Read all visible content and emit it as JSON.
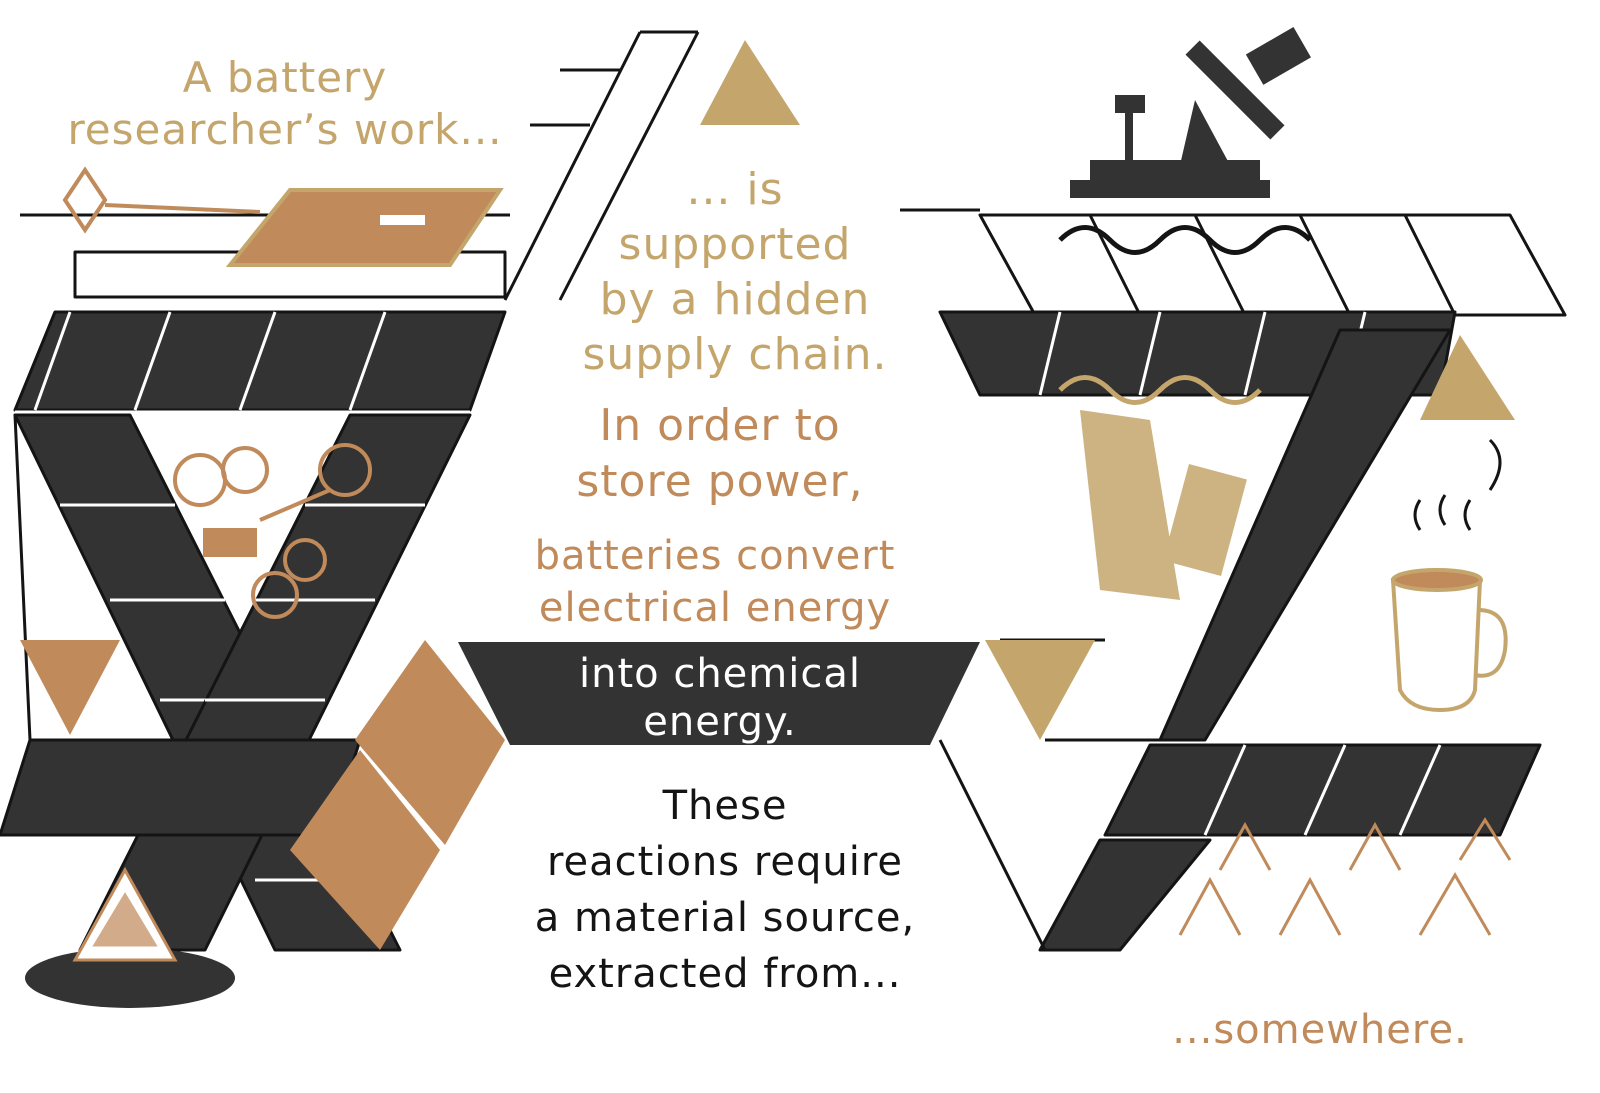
{
  "captions": {
    "intro": [
      "A battery",
      "researcher’s work..."
    ],
    "supply": [
      "... is",
      "supported",
      "by a hidden",
      "supply chain."
    ],
    "store": [
      "In order to",
      "store power,"
    ],
    "convert": [
      "batteries convert",
      "electrical energy"
    ],
    "chemical": [
      "into chemical",
      "energy."
    ],
    "reactions": [
      "These",
      "reactions require",
      "a material source,",
      "extracted from..."
    ],
    "outro": "...somewhere."
  },
  "icons": [
    "key-icon",
    "notebook-icon",
    "oil-pump-icon",
    "waves-icon",
    "coffee-mug-icon",
    "lab-tools-icon",
    "sandpiles-icon",
    "impossible-triangle-icon",
    "sparkle-icon"
  ],
  "colors": {
    "ink": "#2f2f2f",
    "gold": "#c4a66c",
    "copper": "#c08a5a",
    "paper": "#ffffff"
  }
}
